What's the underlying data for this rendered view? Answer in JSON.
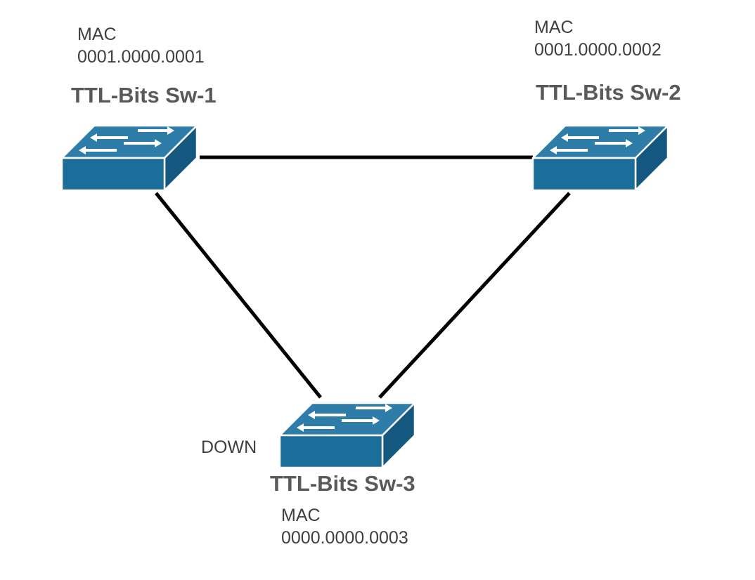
{
  "colors": {
    "switch_top": "#2e7ca8",
    "switch_front": "#1b6e9a",
    "switch_side": "#14587f",
    "switch_edge": "#ffffff",
    "arrow": "#ffffff",
    "link": "#000000"
  },
  "switches": [
    {
      "id": "sw1",
      "name": "TTL-Bits Sw-1",
      "mac_heading": "MAC",
      "mac_address": "0001.0000.0001",
      "icon": "network-switch-icon"
    },
    {
      "id": "sw2",
      "name": "TTL-Bits Sw-2",
      "mac_heading": "MAC",
      "mac_address": "0001.0000.0002",
      "icon": "network-switch-icon"
    },
    {
      "id": "sw3",
      "name": "TTL-Bits Sw-3",
      "mac_heading": "MAC",
      "mac_address": "0000.0000.0003",
      "icon": "network-switch-icon",
      "port_state": "DOWN"
    }
  ],
  "links": [
    {
      "from": "sw1",
      "to": "sw2"
    },
    {
      "from": "sw1",
      "to": "sw3"
    },
    {
      "from": "sw2",
      "to": "sw3"
    }
  ]
}
